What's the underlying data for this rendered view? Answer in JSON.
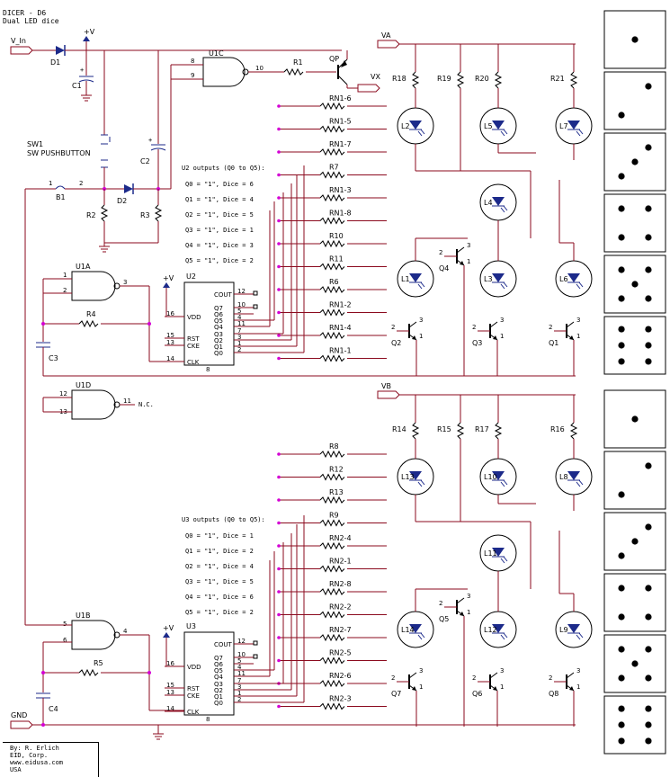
{
  "header": {
    "title": "DICER - D6",
    "subtitle": "Dual LED dice"
  },
  "credit": {
    "lines": [
      "By: R. Erlich",
      "EID, Corp.",
      "www.eidusa.com",
      "USA"
    ]
  },
  "nets": {
    "vin": "V_In",
    "vplus": "+V",
    "va": "VA",
    "vb": "VB",
    "vx": "VX",
    "gnd": "GND",
    "nc": "N.C."
  },
  "parts": {
    "d1": "D1",
    "c1": "C1",
    "sw1": "SW1",
    "sw1_desc": "SW PUSHBUTTON",
    "c2": "C2",
    "d2": "D2",
    "b1": "B1",
    "r2": "R2",
    "r3": "R3",
    "u1c": "U1C",
    "r1": "R1",
    "qp": "QP",
    "u1a": "U1A",
    "u1d": "U1D",
    "u1b": "U1B",
    "r4": "R4",
    "r5": "R5",
    "c3": "C3",
    "c4": "C4",
    "u2": "U2",
    "u3": "U3",
    "q_top": [
      "Q2",
      "Q4",
      "Q3",
      "Q1"
    ],
    "q_bot": [
      "Q7",
      "Q5",
      "Q6",
      "Q8"
    ],
    "r_top": [
      "R18",
      "R19",
      "R20",
      "R21"
    ],
    "r_bot": [
      "R14",
      "R15",
      "R17",
      "R16"
    ],
    "led_top": [
      "L2",
      "L5",
      "L7",
      "L4",
      "L1",
      "L3",
      "L6"
    ],
    "led_bot": [
      "L13",
      "L10",
      "L8",
      "L11",
      "L14",
      "L12",
      "L9"
    ],
    "res_top": [
      "RN1-6",
      "RN1-5",
      "RN1-7",
      "R7",
      "RN1-3",
      "RN1-8",
      "R10",
      "R11",
      "R6",
      "RN1-2",
      "RN1-4",
      "RN1-1"
    ],
    "res_bot": [
      "R8",
      "R12",
      "R13",
      "R9",
      "RN2-4",
      "RN2-1",
      "RN2-8",
      "RN2-2",
      "RN2-7",
      "RN2-5",
      "RN2-6",
      "RN2-3"
    ]
  },
  "counter_pins": {
    "left": [
      "VDD",
      "RST",
      "CKE",
      "CLK"
    ],
    "right": [
      "COUT",
      "Q7",
      "Q6",
      "Q5",
      "Q4",
      "Q3",
      "Q2",
      "Q1",
      "Q0"
    ],
    "right_nums": [
      "12",
      "10",
      "5",
      "4",
      "11",
      "7",
      "3",
      "1",
      "2"
    ],
    "left_nums": [
      "16",
      "15",
      "13",
      "14"
    ],
    "bottom_num": "8"
  },
  "gate_pins": {
    "u1c": [
      "8",
      "9",
      "10"
    ],
    "u1a": [
      "1",
      "2",
      "3"
    ],
    "u1d": [
      "12",
      "13",
      "11"
    ],
    "u1b": [
      "5",
      "6",
      "4"
    ],
    "b1": [
      "1",
      "2"
    ],
    "transistor": [
      "2",
      "3",
      "1"
    ]
  },
  "u2_outputs": {
    "title": "U2 outputs (Q0 to Q5):",
    "lines": [
      "Q0 = \"1\", Dice = 6",
      "Q1 = \"1\", Dice = 4",
      "Q2 = \"1\", Dice = 5",
      "Q3 = \"1\", Dice = 1",
      "Q4 = \"1\", Dice = 3",
      "Q5 = \"1\", Dice = 2"
    ]
  },
  "u3_outputs": {
    "title": "U3 outputs (Q0 to Q5):",
    "lines": [
      "Q0 = \"1\", Dice = 1",
      "Q1 = \"1\", Dice = 2",
      "Q2 = \"1\", Dice = 4",
      "Q3 = \"1\", Dice = 5",
      "Q4 = \"1\", Dice = 6",
      "Q5 = \"1\", Dice = 2"
    ]
  },
  "dice_faces": [
    1,
    2,
    3,
    4,
    5,
    6,
    1,
    2,
    3,
    4,
    5,
    6
  ]
}
